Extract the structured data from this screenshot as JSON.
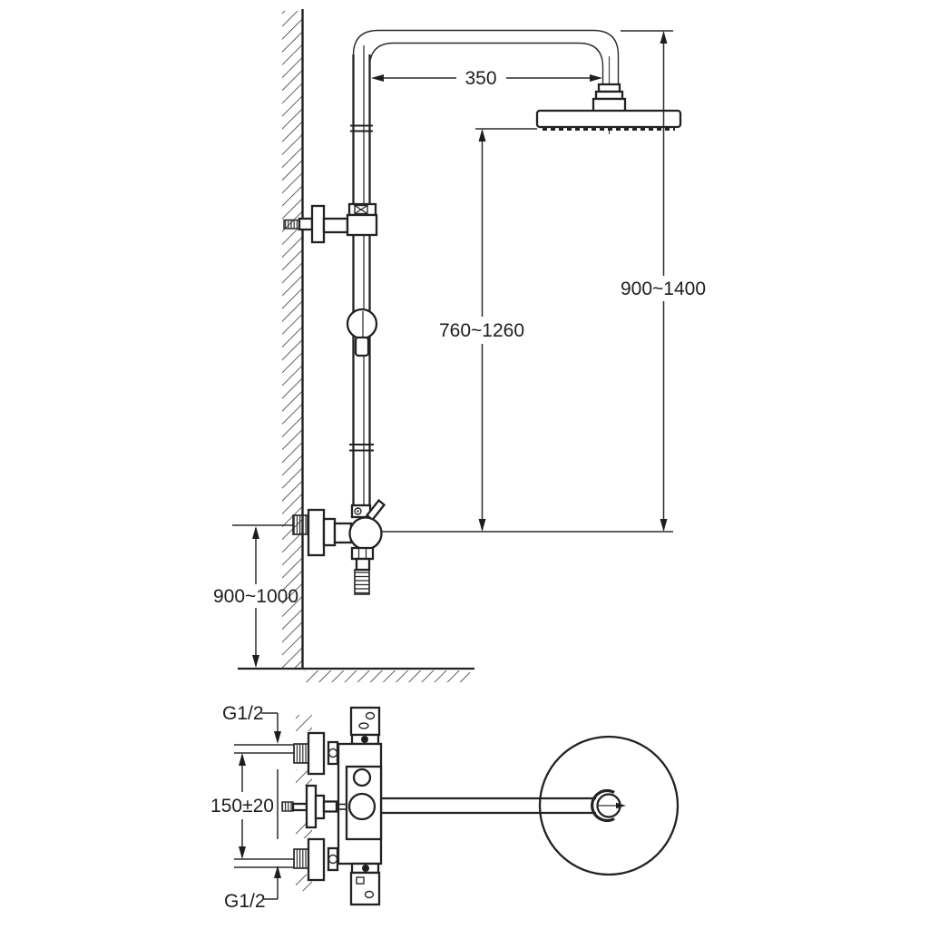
{
  "diagram": {
    "subject": "shower column installation drawing",
    "front_view": {
      "arm_length": "350",
      "overall_height_range": "900~1400",
      "head_to_outlet_range": "760~1260",
      "valve_mount_height_range": "900~1000"
    },
    "connection_view": {
      "top_connection_thread": "G1/2",
      "connection_spacing": "150±20",
      "bottom_connection_thread": "G1/2"
    },
    "colors": {
      "line": "#222222",
      "background": "#ffffff"
    }
  }
}
